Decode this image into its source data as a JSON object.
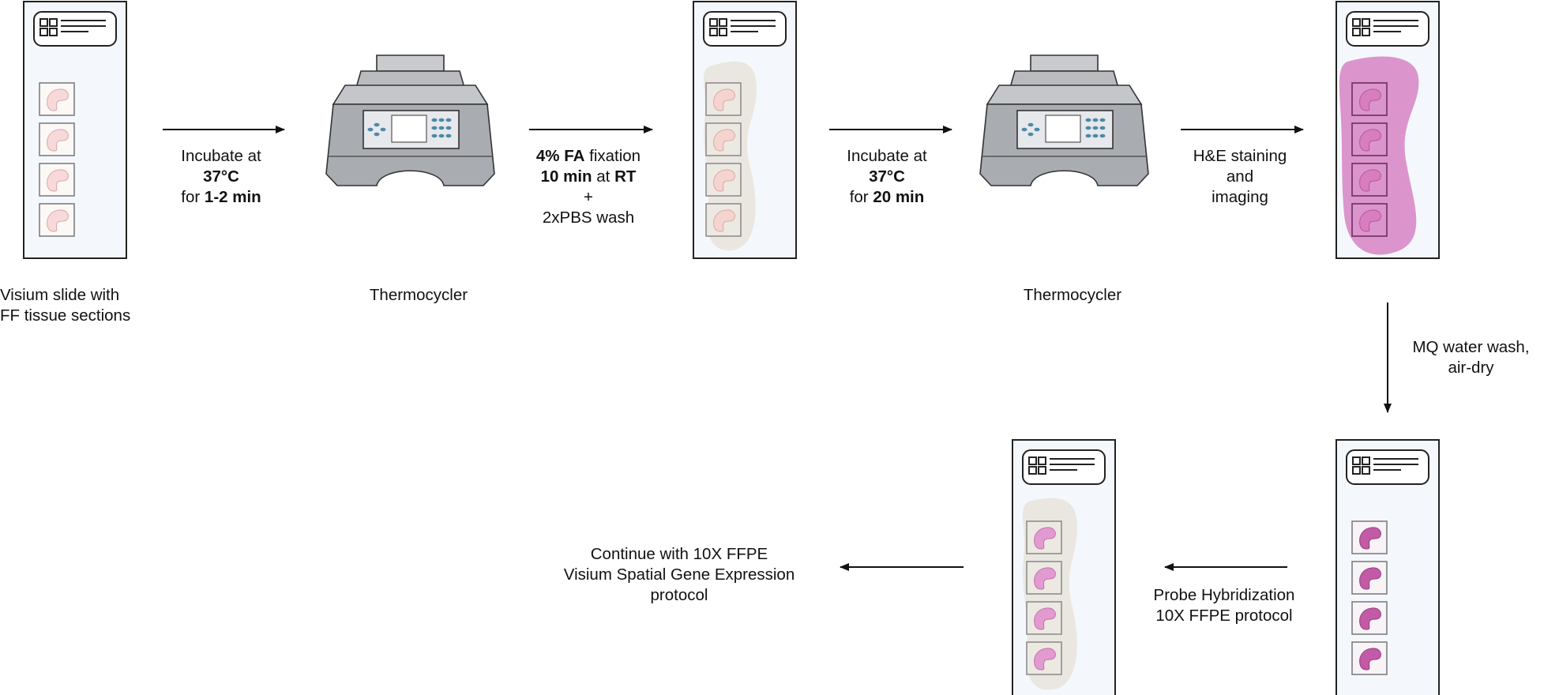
{
  "steps": {
    "slide_label": [
      "Visium slide with",
      "FF tissue sections"
    ],
    "thermocycler_1_label": "Thermocycler",
    "thermocycler_2_label": "Thermocycler",
    "incubate_1": {
      "line1": "Incubate at",
      "temp": "37°C",
      "for": "for ",
      "duration": "1-2 min"
    },
    "fixation": {
      "fa": "4% FA",
      "fixation": " fixation",
      "time": "10 min",
      "at": " at ",
      "rt": "RT",
      "plus": "+",
      "wash": "2xPBS wash"
    },
    "incubate_2": {
      "line1": "Incubate at",
      "temp": "37°C",
      "for": "for ",
      "duration": "20 min"
    },
    "he": [
      "H&E staining",
      "and",
      "imaging"
    ],
    "mq": [
      "MQ water wash,",
      "air-dry"
    ],
    "probe": [
      "Probe Hybridization",
      "10X FFPE protocol"
    ],
    "continue": [
      "Continue with 10X FFPE",
      "Visium Spatial Gene Expression",
      "protocol"
    ]
  },
  "colors": {
    "slide_fill": "#f4f8fd",
    "tissue_light": "#f8d9d9",
    "tissue_he": "#d87ec0",
    "tissue_dark": "#c25aa6",
    "blob_fixation": "#e9e6df",
    "blob_he": "#d98fc9",
    "machine_body": "#a9acb0",
    "screen_buttons": "#4d8aa8"
  }
}
